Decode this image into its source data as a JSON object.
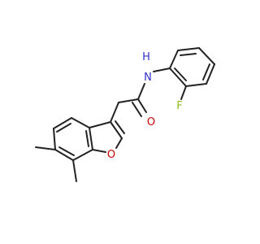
{
  "molecule": {
    "atoms": {
      "nitrogen": {
        "symbol": "N",
        "hydrogen": "H",
        "color": "#3333cc"
      },
      "fluorine": {
        "symbol": "F",
        "color": "#8fbf1f"
      },
      "carbonyl_oxygen": {
        "symbol": "O",
        "color": "#cc0000"
      },
      "furan_oxygen": {
        "symbol": "O",
        "color": "#cc0000"
      }
    },
    "bond_color": "#222222",
    "background": "#ffffff"
  }
}
